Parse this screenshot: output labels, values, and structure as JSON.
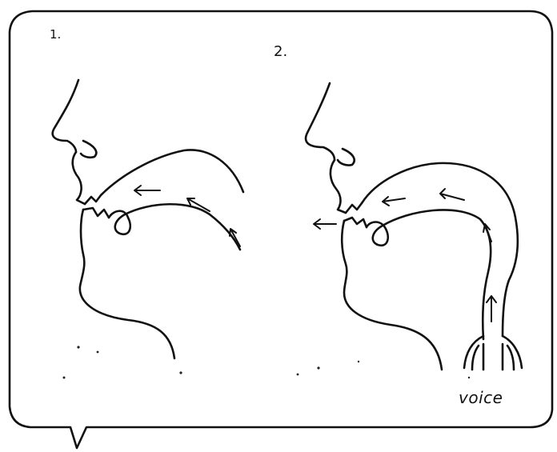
{
  "diagram": {
    "panel_1_label": "1.",
    "panel_2_label": "2.",
    "voice_label": "voice"
  },
  "colors": {
    "ink": "#111111",
    "paper": "#ffffff"
  }
}
